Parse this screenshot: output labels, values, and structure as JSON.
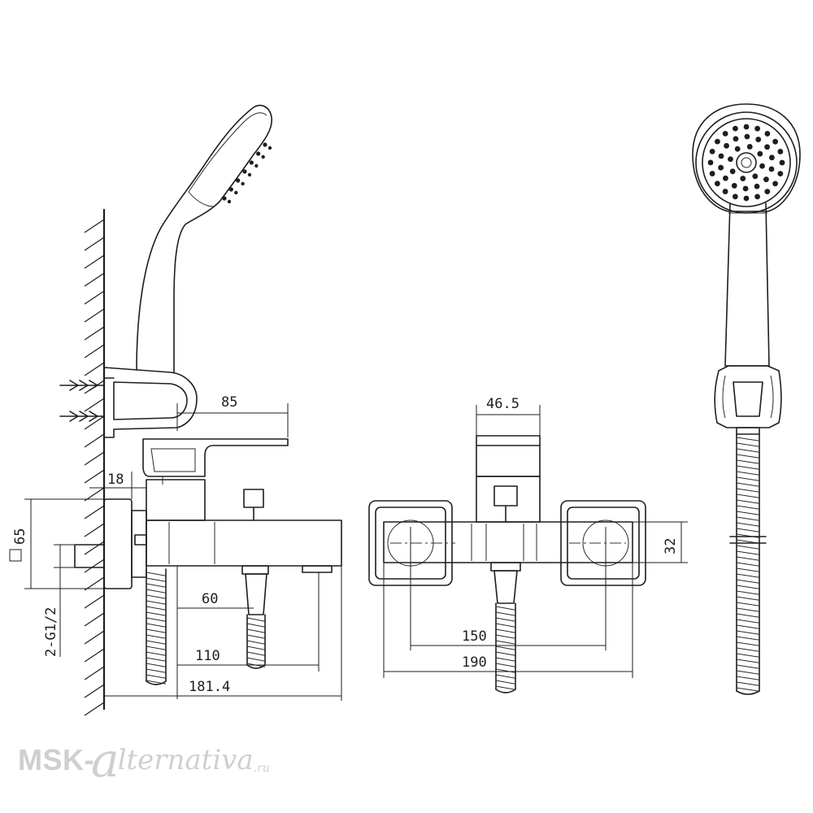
{
  "dimensions": {
    "d85": "85",
    "d18": "18",
    "d65": "65",
    "d2g12": "2-G1/2",
    "d60": "60",
    "d110": "110",
    "d181": "181.4",
    "d465": "46.5",
    "d150": "150",
    "d190": "190",
    "d32": "32"
  },
  "watermark": {
    "part1": "MSK-",
    "part2": "a",
    "part3": "lternativa",
    "part4": ".ru"
  },
  "colors": {
    "line": "#1e1e1e",
    "watermark": "#cfcfcf",
    "background": "#ffffff"
  }
}
